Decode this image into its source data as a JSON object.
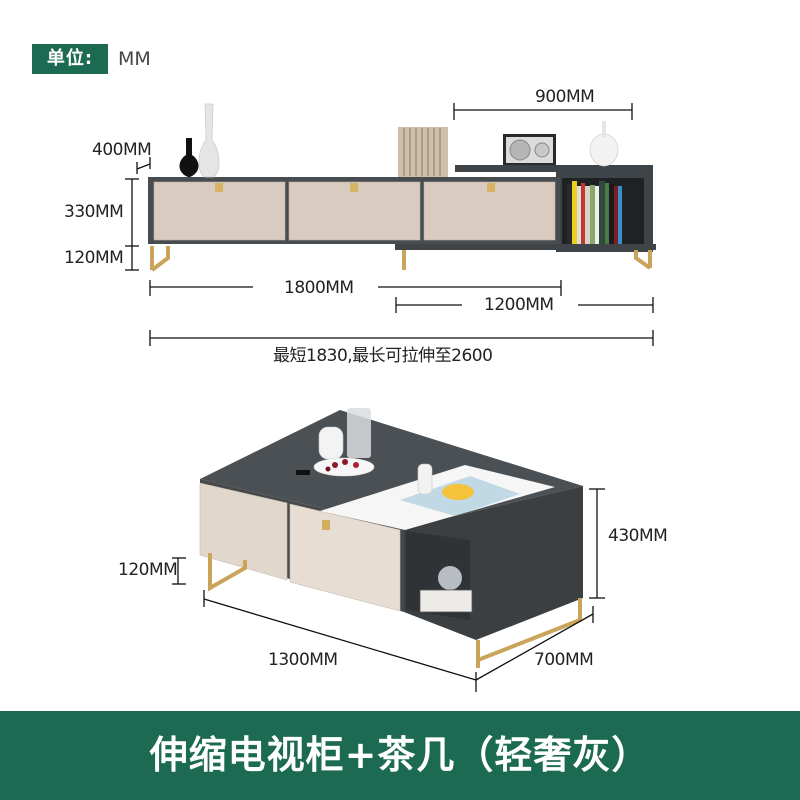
{
  "unit": {
    "label": "单位:",
    "value": "MM"
  },
  "tv_cabinet": {
    "dimensions": {
      "depth": "400MM",
      "body_height": "330MM",
      "leg_height": "120MM",
      "extension_width": "900MM",
      "main_width": "1800MM",
      "sub_width": "1200MM",
      "range_note": "最短1830,最长可拉伸至2600"
    }
  },
  "coffee_table": {
    "dimensions": {
      "height": "430MM",
      "leg_height": "120MM",
      "length": "1300MM",
      "width": "700MM"
    }
  },
  "footer": {
    "title": "伸缩电视柜+茶几（轻奢灰）"
  },
  "colors": {
    "brand_green": "#1c6a52",
    "cabinet_gray": "#474c50",
    "door_beige": "#d9cbc0",
    "gold": "#c9a45a"
  }
}
